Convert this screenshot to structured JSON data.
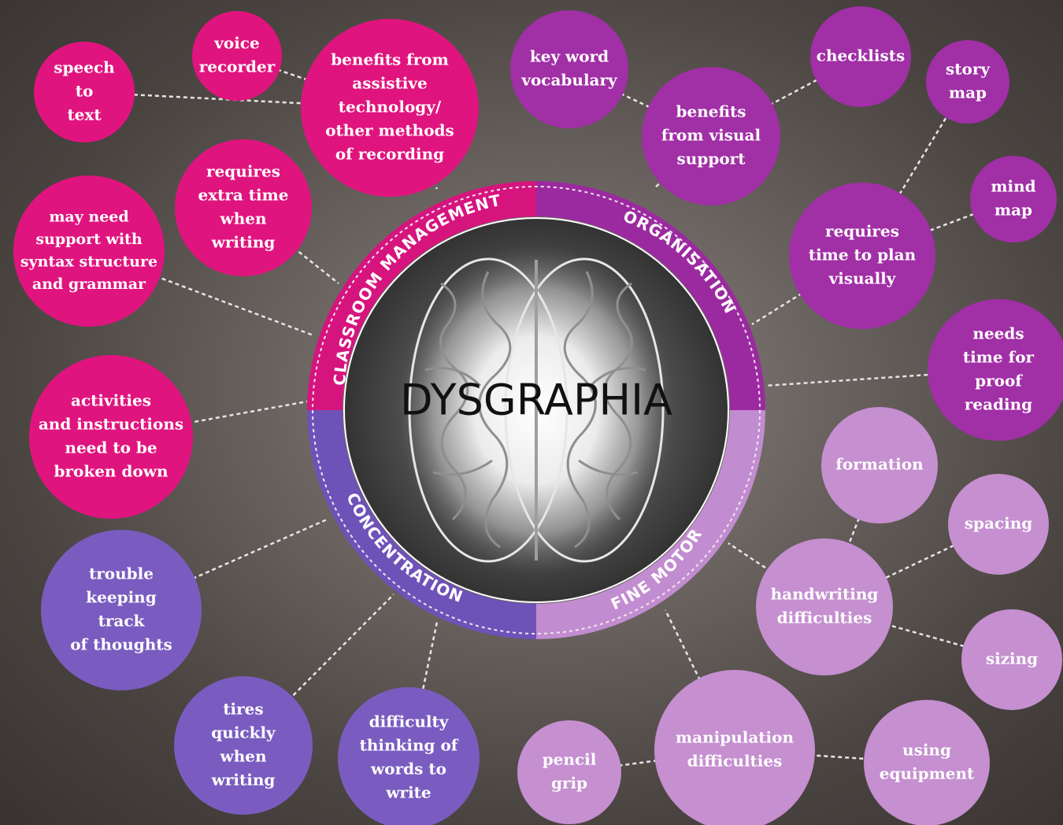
{
  "title": "DYSGRAPHIA",
  "colors": {
    "magenta": "#e0147e",
    "purple": "#a12fa6",
    "violet": "#7a5cc0",
    "lilac": "#c58fd0",
    "connector": "#e8e4e6"
  },
  "sections": [
    {
      "label": "CLASSROOM MANAGEMENT",
      "color": "#d6147e"
    },
    {
      "label": "ORGANISATION",
      "color": "#9b2aa0"
    },
    {
      "label": "CONCENTRATION",
      "color": "#6e52b8"
    },
    {
      "label": "FINE MOTOR",
      "color": "#c28cd0"
    }
  ],
  "nodes": [
    {
      "id": "speech",
      "lines": [
        "speech",
        "to",
        "text"
      ],
      "color": "#e0147e"
    },
    {
      "id": "voice",
      "lines": [
        "voice",
        "recorder"
      ],
      "color": "#e0147e"
    },
    {
      "id": "benefits-at",
      "lines": [
        "benefits from",
        "assistive",
        "technology/",
        "other methods",
        "of recording"
      ],
      "color": "#e0147e"
    },
    {
      "id": "extra-time",
      "lines": [
        "requires",
        "extra time",
        "when",
        "writing"
      ],
      "color": "#e0147e"
    },
    {
      "id": "syntax",
      "lines": [
        "may need",
        "support with",
        "syntax structure",
        "and grammar"
      ],
      "color": "#e0147e"
    },
    {
      "id": "activities",
      "lines": [
        "activities",
        "and instructions",
        "need to be",
        "broken down"
      ],
      "color": "#e0147e"
    },
    {
      "id": "keyword",
      "lines": [
        "key word",
        "vocabulary"
      ],
      "color": "#a12fa6"
    },
    {
      "id": "visual-support",
      "lines": [
        "benefits",
        "from visual",
        "support"
      ],
      "color": "#a12fa6"
    },
    {
      "id": "checklists",
      "lines": [
        "checklists"
      ],
      "color": "#a12fa6"
    },
    {
      "id": "story-map",
      "lines": [
        "story",
        "map"
      ],
      "color": "#a12fa6"
    },
    {
      "id": "mind-map",
      "lines": [
        "mind",
        "map"
      ],
      "color": "#a12fa6"
    },
    {
      "id": "plan-visually",
      "lines": [
        "requires",
        "time to plan",
        "visually"
      ],
      "color": "#a12fa6"
    },
    {
      "id": "proof-reading",
      "lines": [
        "needs",
        "time for",
        "proof",
        "reading"
      ],
      "color": "#a12fa6"
    },
    {
      "id": "trouble-track",
      "lines": [
        "trouble",
        "keeping",
        "track",
        "of thoughts"
      ],
      "color": "#7a5cc0"
    },
    {
      "id": "tires",
      "lines": [
        "tires",
        "quickly",
        "when",
        "writing"
      ],
      "color": "#7a5cc0"
    },
    {
      "id": "difficulty-words",
      "lines": [
        "difficulty",
        "thinking of",
        "words to",
        "write"
      ],
      "color": "#7a5cc0"
    },
    {
      "id": "formation",
      "lines": [
        "formation"
      ],
      "color": "#c58fd0"
    },
    {
      "id": "spacing",
      "lines": [
        "spacing"
      ],
      "color": "#c58fd0"
    },
    {
      "id": "handwriting",
      "lines": [
        "handwriting",
        "difficulties"
      ],
      "color": "#c58fd0"
    },
    {
      "id": "sizing",
      "lines": [
        "sizing"
      ],
      "color": "#c58fd0"
    },
    {
      "id": "manipulation",
      "lines": [
        "manipulation",
        "difficulties"
      ],
      "color": "#c58fd0"
    },
    {
      "id": "pencil-grip",
      "lines": [
        "pencil",
        "grip"
      ],
      "color": "#c58fd0"
    },
    {
      "id": "equipment",
      "lines": [
        "using",
        "equipment"
      ],
      "color": "#c58fd0"
    }
  ]
}
